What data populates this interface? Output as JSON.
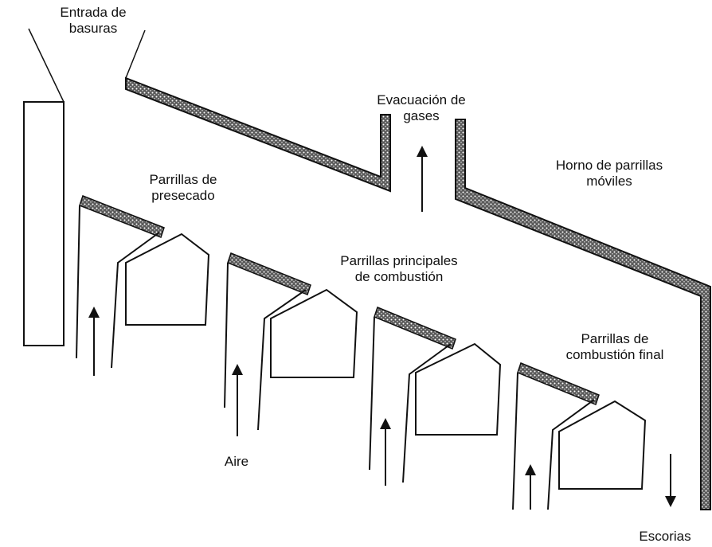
{
  "labels": {
    "entrada": [
      "Entrada de",
      "basuras"
    ],
    "evacuacion": [
      "Evacuación de",
      "gases"
    ],
    "horno": [
      "Horno de parrillas",
      "móviles"
    ],
    "presecado": [
      "Parrillas de",
      "presecado"
    ],
    "principales": [
      "Parrillas principales",
      "de combustión"
    ],
    "final": [
      "Parrillas de",
      "combustión final"
    ],
    "aire": "Aire",
    "escorias": "Escorias"
  },
  "colors": {
    "line": "#111111",
    "fill": "#ffffff",
    "band": "#555555"
  }
}
